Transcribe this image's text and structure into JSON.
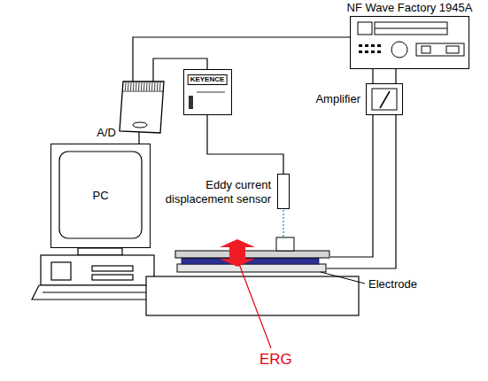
{
  "diagram": {
    "nodes": [
      {
        "text": [
          "NF Wave Factory 1945A"
        ]
      },
      {
        "text": [
          "KEYENCE"
        ]
      },
      {
        "text": [
          "A/D"
        ]
      },
      {
        "text": [
          "Amplifier"
        ]
      },
      {
        "text": [
          "PC"
        ]
      },
      {
        "text": [
          "Eddy current displacement sensor"
        ]
      }
    ],
    "edges": [
      {
        "from": 0,
        "to": 2,
        "arrow": "none"
      },
      {
        "from": 1,
        "to": 2,
        "arrow": "none"
      },
      {
        "from": 0,
        "to": 3,
        "arrow": "none"
      },
      {
        "from": 2,
        "to": 4,
        "arrow": "none"
      },
      {
        "from": 1,
        "to": 5,
        "arrow": "none"
      }
    ],
    "labels": [
      "Electrode",
      "ERG"
    ]
  }
}
